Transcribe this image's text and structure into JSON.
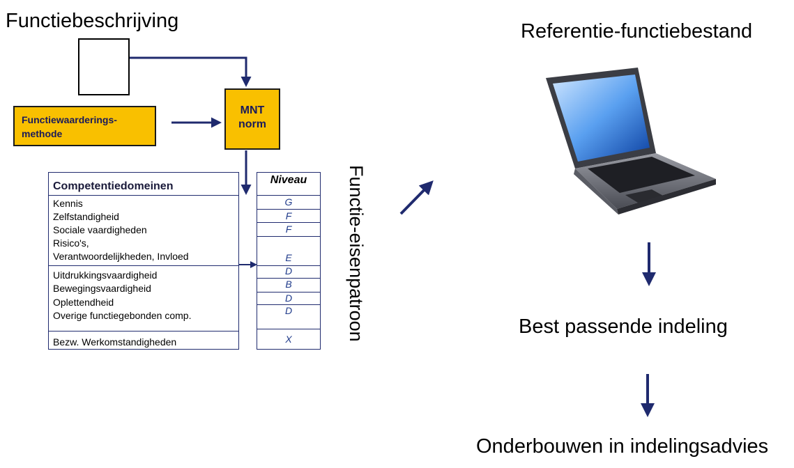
{
  "left": {
    "title": "Functiebeschrijving",
    "method_box": "Functiewaarderings-\nmethode",
    "mnt_box": "MNT\nnorm",
    "vertical_label": "Functie-eisenpatroon",
    "table": {
      "header": "Competentiedomeinen",
      "items_group1": [
        "Kennis",
        "Zelfstandigheid",
        "Sociale  vaardigheden",
        "Risico's,",
        "Verantwoordelijkheden, Invloed"
      ],
      "items_group2": [
        "Uitdrukkingsvaardigheid",
        "Bewegingsvaardigheid",
        "Oplettendheid",
        "Overige functiegebonden comp."
      ],
      "items_group3": [
        "Bezw. Werkomstandigheden"
      ]
    },
    "niveau": {
      "header": "Niveau",
      "values": [
        "G",
        "F",
        "F",
        "E",
        "D",
        "B",
        "D",
        "D",
        "X"
      ]
    }
  },
  "right": {
    "title": "Referentie-functiebestand",
    "laptop_image": "laptop-icon",
    "step1": "Best passende indeling",
    "step2": "Onderbouwen  in indelingsadvies"
  },
  "colors": {
    "arrow": "#1f2a6e",
    "gold": "#f9c000"
  }
}
